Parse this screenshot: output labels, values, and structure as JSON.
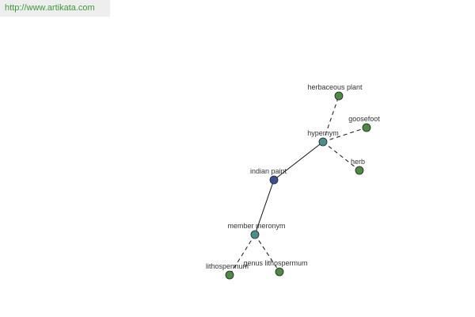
{
  "header": {
    "url": "http://www.artikata.com"
  },
  "colors": {
    "center_node": "#3b4e8f",
    "relation_node": "#4f8c8c",
    "leaf_node": "#4f8a45",
    "node_stroke": "#222222",
    "solid_edge": "#111111",
    "dashed_edge": "#111111",
    "url_text": "#3a9a3a"
  },
  "graph": {
    "nodes": [
      {
        "id": "indian-paint",
        "label": "indian paint",
        "kind": "center"
      },
      {
        "id": "hypernym",
        "label": "hypernym",
        "kind": "relation"
      },
      {
        "id": "member-meronym",
        "label": "member meronym",
        "kind": "relation"
      },
      {
        "id": "herbaceous-plant",
        "label": "herbaceous plant",
        "kind": "leaf"
      },
      {
        "id": "goosefoot",
        "label": "goosefoot",
        "kind": "leaf"
      },
      {
        "id": "herb",
        "label": "herb",
        "kind": "leaf"
      },
      {
        "id": "lithospermum",
        "label": "lithospermum",
        "kind": "leaf"
      },
      {
        "id": "genus-lithospermum",
        "label": "genus lithospermum",
        "kind": "leaf"
      }
    ],
    "edges": [
      {
        "from": "indian-paint",
        "to": "hypernym",
        "style": "solid"
      },
      {
        "from": "indian-paint",
        "to": "member-meronym",
        "style": "solid"
      },
      {
        "from": "hypernym",
        "to": "herbaceous-plant",
        "style": "dashed"
      },
      {
        "from": "hypernym",
        "to": "goosefoot",
        "style": "dashed"
      },
      {
        "from": "hypernym",
        "to": "herb",
        "style": "dashed"
      },
      {
        "from": "member-meronym",
        "to": "lithospermum",
        "style": "dashed"
      },
      {
        "from": "member-meronym",
        "to": "genus-lithospermum",
        "style": "dashed"
      }
    ]
  }
}
